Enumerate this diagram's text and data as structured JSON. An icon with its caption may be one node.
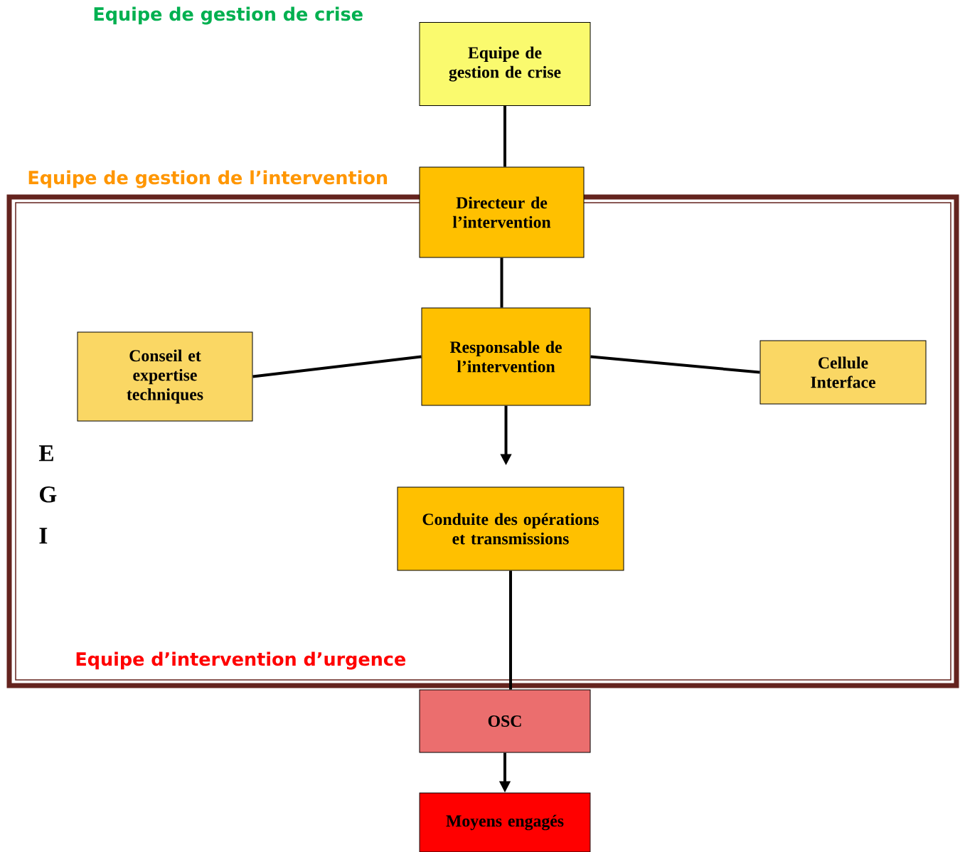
{
  "diagram": {
    "nodes": [
      {
        "text": [
          "Equipe de gestion de crise"
        ]
      },
      {
        "text": [
          "Equipe de gestion de l’intervention",
          "E G I",
          "Equipe d’intervention d’urgence"
        ]
      },
      {
        "text": [
          "Directeur de l’intervention"
        ]
      },
      {
        "text": [
          "Responsable de l’intervention"
        ],
        "in": 1
      },
      {
        "text": [
          "Conseil et expertise techniques"
        ],
        "in": 1
      },
      {
        "text": [
          "Cellule Interface"
        ],
        "in": 1
      },
      {
        "text": [
          "Conduite des opérations et transmissions"
        ],
        "in": 1
      },
      {
        "text": [
          "OSC"
        ]
      },
      {
        "text": [
          "Moyens engagés"
        ]
      }
    ],
    "edges": [
      {
        "from": 0,
        "to": 2,
        "arrow": "none"
      },
      {
        "from": 2,
        "to": 3,
        "arrow": "none"
      },
      {
        "from": 4,
        "to": 3,
        "arrow": "none"
      },
      {
        "from": 3,
        "to": 5,
        "arrow": "none"
      },
      {
        "from": 3,
        "to": 6,
        "arrow": "to"
      },
      {
        "from": 6,
        "to": 7,
        "arrow": "none"
      },
      {
        "from": 7,
        "to": 8,
        "arrow": "to"
      }
    ],
    "labels": [
      "Equipe de gestion de crise"
    ]
  }
}
